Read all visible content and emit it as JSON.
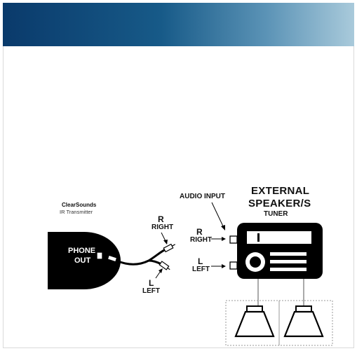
{
  "transmitter": {
    "brand": "ClearSounds",
    "subtitle": "IR Transmitter",
    "port_line1": "PHONE",
    "port_line2": "OUT"
  },
  "cable": {
    "right_letter": "R",
    "right_word": "RIGHT",
    "left_letter": "L",
    "left_word": "LEFT"
  },
  "receiver": {
    "audio_input": "AUDIO INPUT",
    "title_line1": "EXTERNAL",
    "title_line2": "SPEAKER/S",
    "subtitle": "TUNER",
    "right_letter": "R",
    "right_word": "RIGHT",
    "left_letter": "L",
    "left_word": "LEFT"
  },
  "colors": {
    "banner_start": "#0a3a6b",
    "banner_end": "#a9cadb"
  }
}
